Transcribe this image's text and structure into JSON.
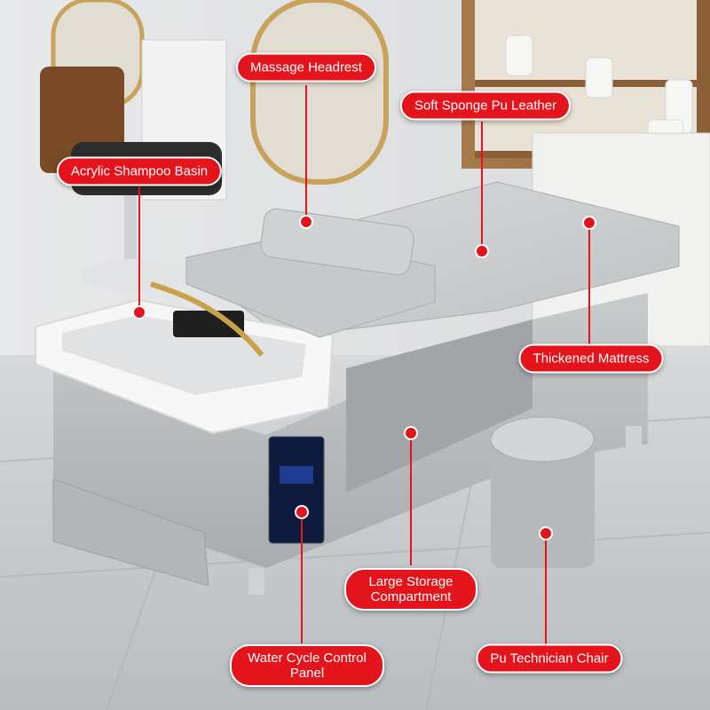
{
  "callouts": [
    {
      "id": "massage-headrest",
      "lines": [
        "Massage Headrest"
      ]
    },
    {
      "id": "soft-sponge",
      "lines": [
        "Soft Sponge Pu Leather"
      ]
    },
    {
      "id": "acrylic-basin",
      "lines": [
        "Acrylic Shampoo Basin"
      ]
    },
    {
      "id": "thickened-mattress",
      "lines": [
        "Thickened Mattress"
      ]
    },
    {
      "id": "large-storage",
      "lines": [
        "Large Storage",
        "Compartment"
      ]
    },
    {
      "id": "water-cycle",
      "lines": [
        "Water Cycle Control",
        "Panel"
      ]
    },
    {
      "id": "technician-chair",
      "lines": [
        "Pu Technician Chair"
      ]
    }
  ],
  "colors": {
    "callout_bg": "#e3141c",
    "callout_text": "#ffffff",
    "bed_gray": "#bfc2c3",
    "basin_white": "#f4f4f4",
    "floor": "#c9cccf"
  }
}
